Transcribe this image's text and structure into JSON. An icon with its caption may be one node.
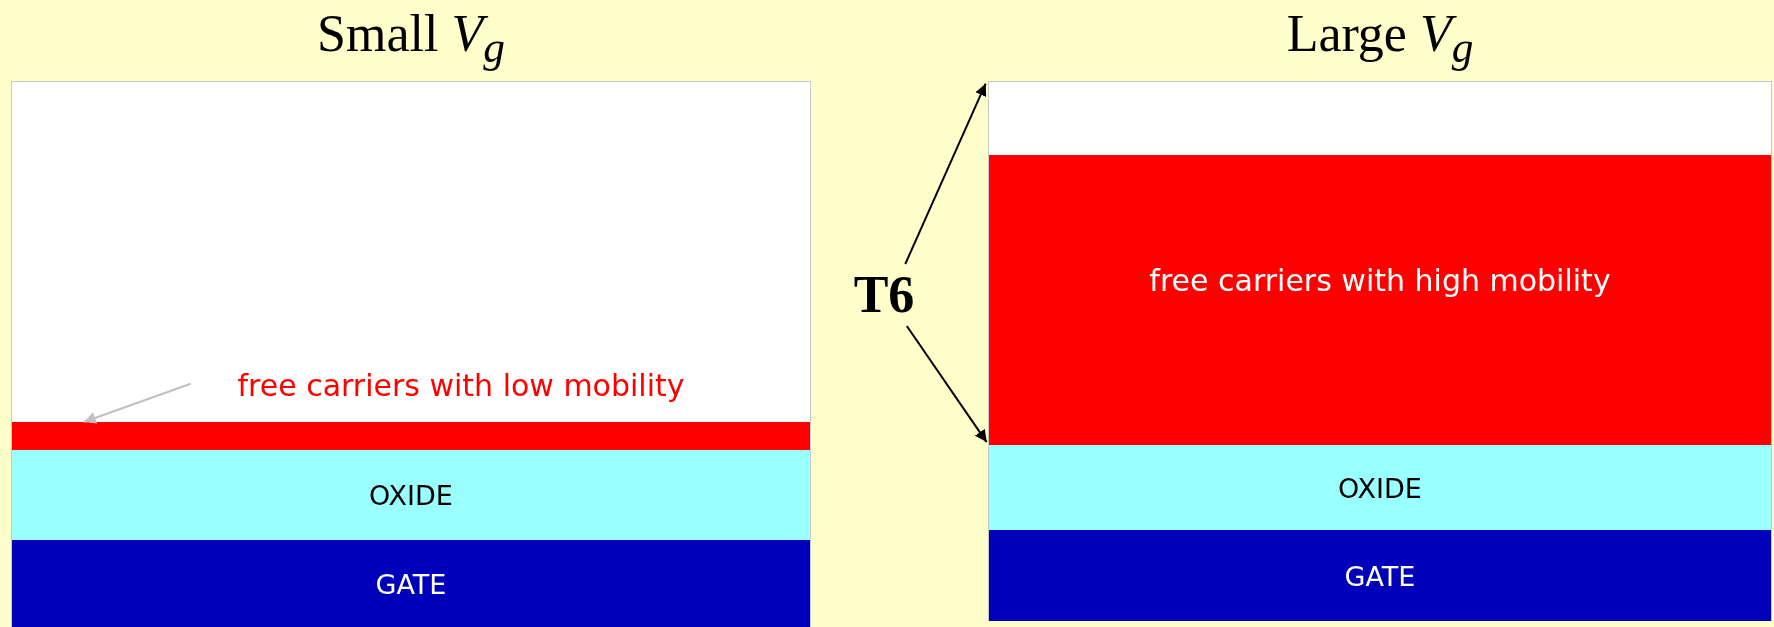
{
  "diagram": {
    "nodes": [
      {
        "text": [
          "Small *V*$_{g}$"
        ]
      },
      {
        "text": [],
        "shape": "bar",
        "in": 0
      },
      {
        "text": [
          "free carriers with low mobility"
        ],
        "in": 0
      },
      {
        "text": [
          "OXIDE"
        ],
        "in": 0
      },
      {
        "text": [
          "GATE"
        ],
        "in": 0
      },
      {
        "text": [
          "Large *V*$_{g}$"
        ]
      },
      {
        "text": [
          "free carriers with high mobility"
        ],
        "in": 5
      },
      {
        "text": [
          "OXIDE"
        ],
        "in": 5
      },
      {
        "text": [
          "GATE"
        ],
        "in": 5
      },
      {
        "text": [
          "T6"
        ]
      }
    ],
    "edges": [
      {
        "from": 2,
        "to": 1,
        "arrow": "to",
        "color": "#c0c0c0"
      },
      {
        "from": 9,
        "to": 5,
        "arrow": "to"
      },
      {
        "from": 9,
        "to": 6,
        "arrow": "to"
      }
    ]
  }
}
